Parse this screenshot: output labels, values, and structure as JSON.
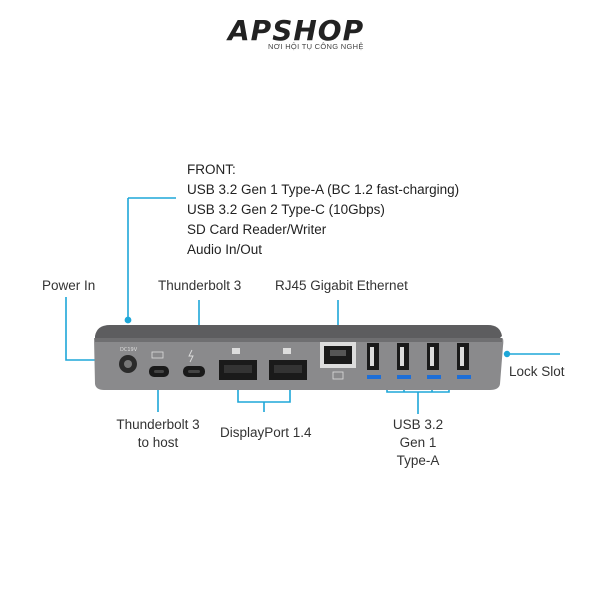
{
  "brand": {
    "name": "APSHOP",
    "tagline": "NƠI HỘI TỤ CÔNG NGHỆ"
  },
  "callouts": {
    "front_title": "FRONT:",
    "front_lines": [
      "USB 3.2 Gen 1 Type-A (BC 1.2 fast-charging)",
      "USB 3.2 Gen 2 Type-C (10Gbps)",
      "SD Card Reader/Writer",
      "Audio In/Out"
    ],
    "power_in": "Power In",
    "thunderbolt3": "Thunderbolt 3",
    "rj45": "RJ45 Gigabit Ethernet",
    "lock_slot": "Lock Slot",
    "tb3_host_line1": "Thunderbolt 3",
    "tb3_host_line2": "to host",
    "displayport": "DisplayPort 1.4",
    "usb_line1": "USB 3.2",
    "usb_line2": "Gen 1",
    "usb_line3": "Type-A"
  },
  "colors": {
    "accent": "#1ea7d8",
    "dock_top": "#5d5d5f",
    "dock_face": "#8a8a8c",
    "port_dark": "#1a1a1a"
  }
}
